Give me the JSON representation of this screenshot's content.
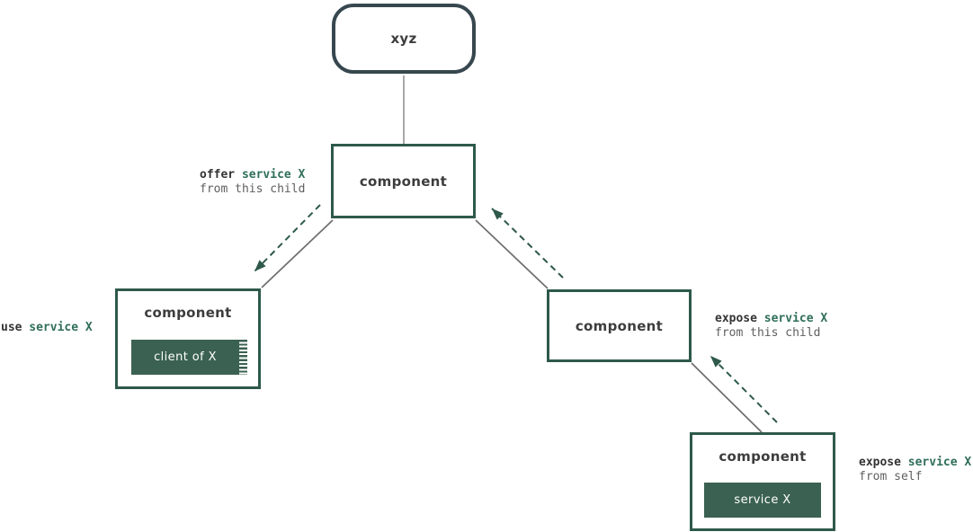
{
  "root": {
    "label": "xyz"
  },
  "nodes": {
    "parent": {
      "label": "component"
    },
    "left_child": {
      "label": "component",
      "inner_label": "client of X"
    },
    "right_child": {
      "label": "component"
    },
    "bottom_child": {
      "label": "component",
      "inner_label": "service X"
    }
  },
  "annotations": {
    "offer": {
      "verb": "offer",
      "object": "service X",
      "detail": "from this child"
    },
    "use": {
      "verb": "use",
      "object": "service X"
    },
    "expose_child": {
      "verb": "expose",
      "object": "service X",
      "detail": "from this child"
    },
    "expose_self": {
      "verb": "expose",
      "object": "service X",
      "detail": "from self"
    }
  },
  "colors": {
    "green_border": "#2e594b",
    "green_fill": "#3b6152",
    "green_text": "#2f6e5b",
    "slate_border": "#37474f",
    "gray_line": "#6d6d6d",
    "gray_text": "#5f5f5f",
    "dark_text": "#3a3a3a"
  }
}
